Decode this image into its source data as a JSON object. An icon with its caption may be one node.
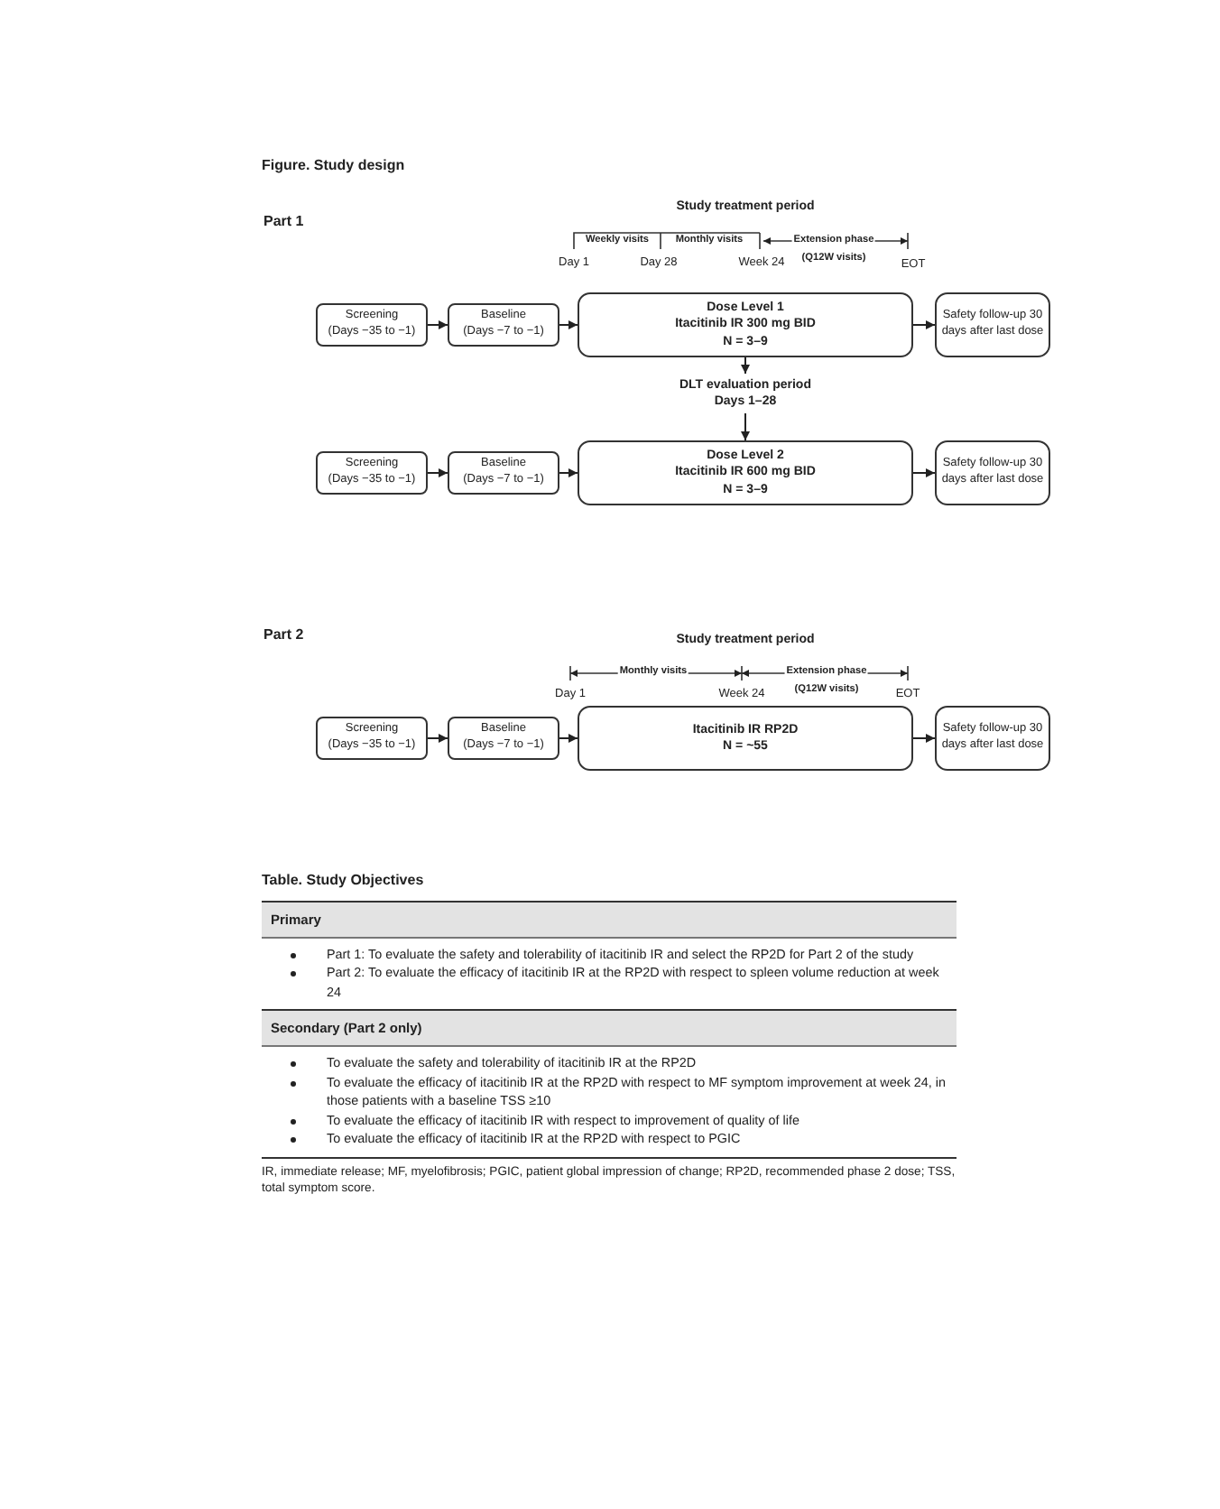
{
  "diagram": {
    "title": "Figure. Study design",
    "nodes": [
      {
        "text": [
          "Screening",
          "(Days −35 to −1)"
        ]
      },
      {
        "text": [
          "Baseline",
          "(Days −7 to −1)"
        ]
      },
      {
        "text": [
          "Dose Level 1",
          "Itacitinib IR 300 mg BID",
          "N = 3–9"
        ]
      },
      {
        "text": [
          "Safety follow-up 30 days after last dose"
        ]
      },
      {
        "text": [
          "DLT evaluation period",
          "Days 1–28"
        ]
      },
      {
        "text": [
          "Screening",
          "(Days −35 to −1)"
        ]
      },
      {
        "text": [
          "Baseline",
          "(Days −7 to −1)"
        ]
      },
      {
        "text": [
          "Dose Level 2",
          "Itacitinib IR 600 mg BID",
          "N = 3–9"
        ]
      },
      {
        "text": [
          "Safety follow-up 30 days after last dose"
        ]
      },
      {
        "text": [
          "Screening",
          "(Days −35 to −1)"
        ]
      },
      {
        "text": [
          "Baseline",
          "(Days −7 to −1)"
        ]
      },
      {
        "text": [
          "Itacitinib IR RP2D",
          "N = ~55"
        ]
      },
      {
        "text": [
          "Safety follow-up 30 days after last dose"
        ]
      }
    ],
    "edges": [
      {
        "from": 0,
        "to": 1,
        "arrow": "to"
      },
      {
        "from": 1,
        "to": 2,
        "arrow": "to"
      },
      {
        "from": 2,
        "to": 3,
        "arrow": "to"
      },
      {
        "from": 2,
        "to": 4,
        "arrow": "to"
      },
      {
        "from": 4,
        "to": 7,
        "arrow": "to"
      },
      {
        "from": 5,
        "to": 6,
        "arrow": "to"
      },
      {
        "from": 6,
        "to": 7,
        "arrow": "to"
      },
      {
        "from": 7,
        "to": 8,
        "arrow": "to"
      },
      {
        "from": 9,
        "to": 10,
        "arrow": "to"
      },
      {
        "from": 10,
        "to": 11,
        "arrow": "to"
      },
      {
        "from": 11,
        "to": 12,
        "arrow": "to"
      }
    ],
    "labels": [
      "Part 1",
      "Study treatment period",
      "Weekly visits",
      "Monthly visits",
      "Extension phase",
      "(Q12W visits)",
      "Day 1",
      "Day 28",
      "Week 24",
      "EOT",
      "Part 2",
      "Study treatment period",
      "Monthly visits",
      "Extension phase",
      "(Q12W visits)",
      "Day 1",
      "Week 24",
      "EOT",
      "Table. Study Objectives",
      "Primary",
      "Part 1: To evaluate the safety and tolerability of itacitinib IR and select the RP2D for Part 2 of the study",
      "Part 2: To evaluate the efficacy of itacitinib IR at the RP2D with respect to spleen volume reduction at week 24",
      "Secondary (Part 2 only)",
      "To evaluate the safety and tolerability of itacitinib IR at the RP2D",
      "To evaluate the efficacy of itacitinib IR at the RP2D with respect to MF symptom improvement at week 24, in those patients with a baseline TSS ≥10",
      "To evaluate the efficacy of itacitinib IR with respect to improvement of quality of life",
      "To evaluate the efficacy of itacitinib IR at the RP2D with respect to PGIC",
      "IR, immediate release; MF, myelofibrosis; PGIC, patient global impression of change; RP2D, recommended phase 2 dose; TSS, total symptom score."
    ]
  }
}
